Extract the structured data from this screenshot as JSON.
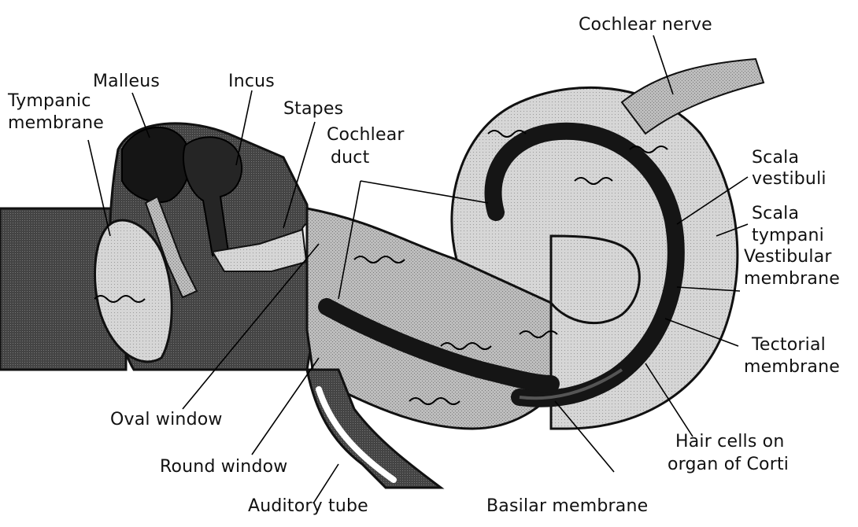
{
  "labels": {
    "cochlear_nerve": "Cochlear nerve",
    "malleus": "Malleus",
    "incus": "Incus",
    "tympanic_membrane_1": "Tympanic",
    "tympanic_membrane_2": "membrane",
    "stapes": "Stapes",
    "cochlear_duct_1": "Cochlear",
    "cochlear_duct_2": "duct",
    "scala_vestibuli_1": "Scala",
    "scala_vestibuli_2": "vestibuli",
    "scala_tympani_1": "Scala",
    "scala_tympani_2": "tympani",
    "vestibular_membrane_1": "Vestibular",
    "vestibular_membrane_2": "membrane",
    "tectorial_membrane_1": "Tectorial",
    "tectorial_membrane_2": "membrane",
    "oval_window": "Oval window",
    "round_window": "Round window",
    "auditory_tube": "Auditory tube",
    "basilar_membrane": "Basilar membrane",
    "hair_cells_1": "Hair cells on",
    "hair_cells_2": "organ of Corti"
  }
}
